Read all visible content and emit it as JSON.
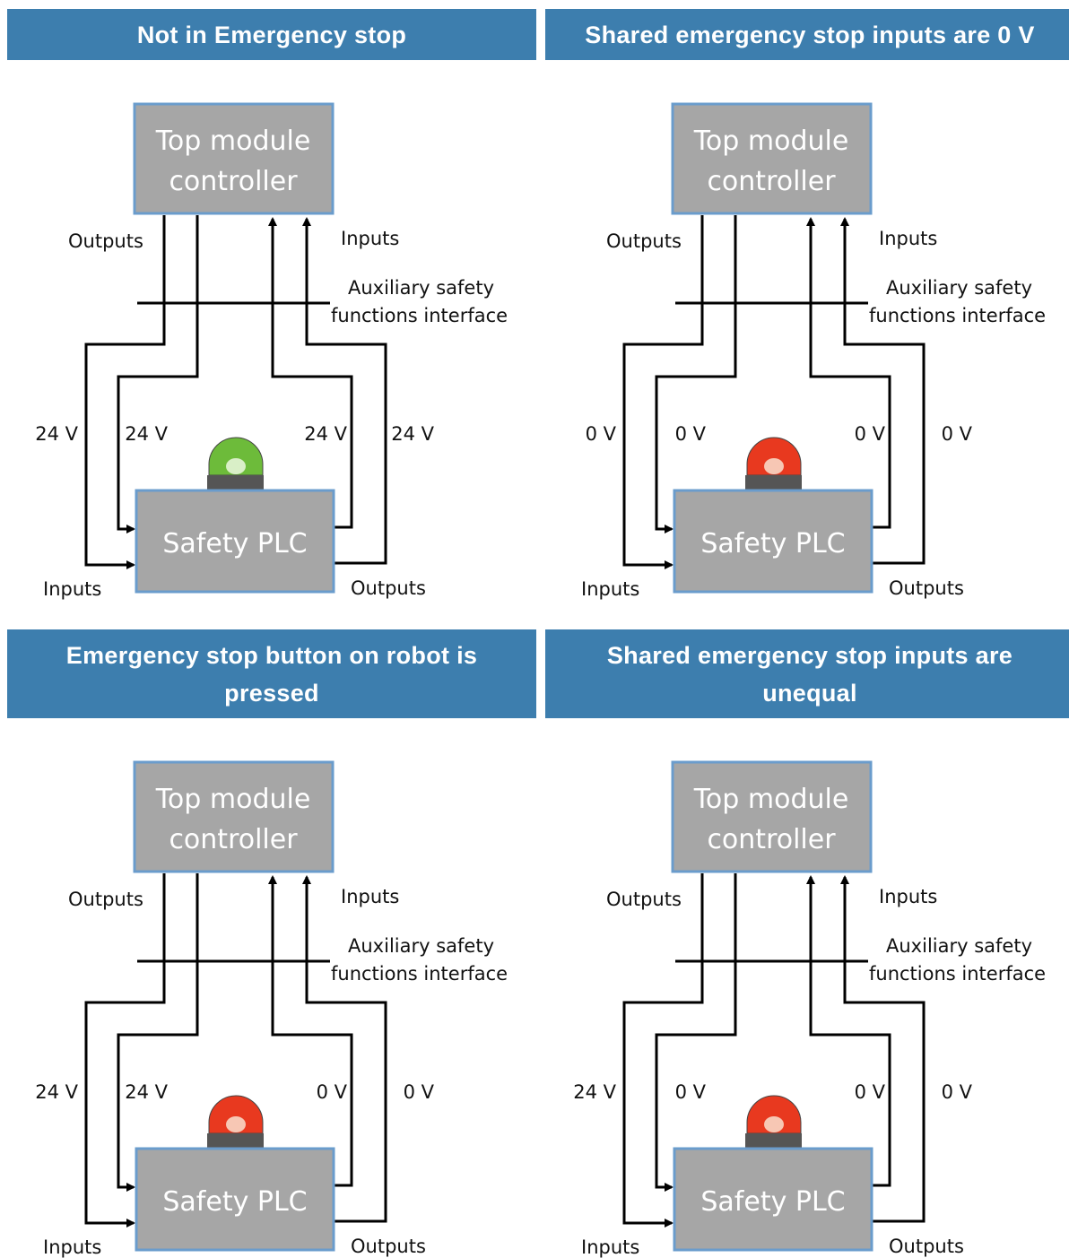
{
  "colors": {
    "header_bg": "#3d7eae",
    "box_fill": "#a6a6a6",
    "box_border": "#6a9ccc",
    "beacon_green": "#6dbb3a",
    "beacon_red": "#e8391f",
    "beacon_base": "#555555"
  },
  "labels": {
    "top_box_line1": "Top module",
    "top_box_line2": "controller",
    "plc_box": "Safety PLC",
    "outputs": "Outputs",
    "inputs": "Inputs",
    "aux_line1": "Auxiliary safety",
    "aux_line2": "functions interface"
  },
  "panels": [
    {
      "title": "Not in Emergency stop",
      "beacon": "green",
      "voltages": [
        "24 V",
        "24 V",
        "24 V",
        "24 V"
      ]
    },
    {
      "title": "Shared emergency stop inputs are 0 V",
      "beacon": "red",
      "voltages": [
        "0 V",
        "0 V",
        "0 V",
        "0 V"
      ]
    },
    {
      "title": "Emergency stop button on robot is pressed",
      "beacon": "red",
      "voltages": [
        "24 V",
        "24 V",
        "0 V",
        "0 V"
      ]
    },
    {
      "title": "Shared emergency stop inputs are unequal",
      "beacon": "red",
      "voltages": [
        "24 V",
        "0 V",
        "0 V",
        "0 V"
      ]
    }
  ]
}
